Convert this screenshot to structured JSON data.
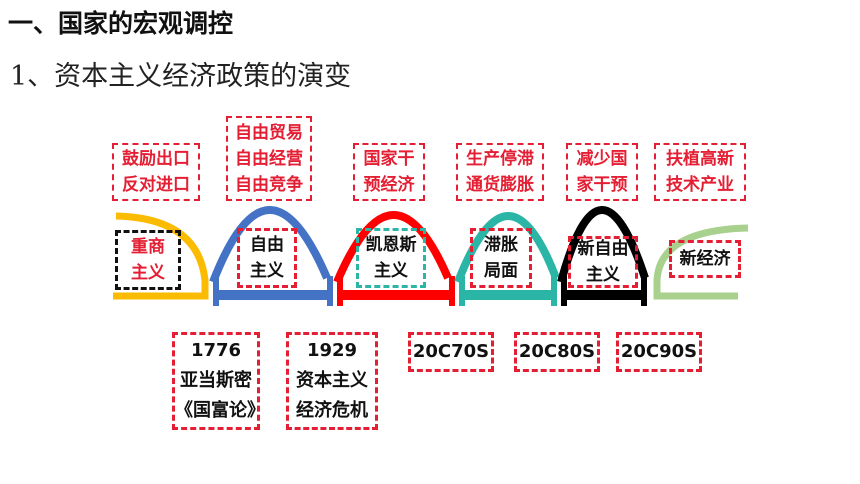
{
  "header": {
    "title": "一、国家的宏观调控",
    "subtitle": "1、资本主义经济政策的演变"
  },
  "policies": [
    {
      "label": "鼓励出口\n反对进口"
    },
    {
      "label": "自由贸易\n自由经营\n自由竞争"
    },
    {
      "label": "国家干\n预经济"
    },
    {
      "label": "生产停滞\n通货膨胀"
    },
    {
      "label": "减少国\n家干预"
    },
    {
      "label": "扶植高新\n技术产业"
    }
  ],
  "stages": [
    {
      "label": "重商\n主义",
      "color": "#fbbb00"
    },
    {
      "label": "自由\n主义",
      "color": "#4472c4"
    },
    {
      "label": "凯恩斯\n主义",
      "color": "#ff0000"
    },
    {
      "label": "滞胀\n局面",
      "color": "#2bb5a7"
    },
    {
      "label": "新自由\n主义",
      "color": "#000000"
    },
    {
      "label": "新经济",
      "color": "#a9d18e"
    }
  ],
  "events": [
    {
      "label": "1776\n亚当斯密\n《国富论》"
    },
    {
      "label": "1929\n资本主义\n经济危机"
    },
    {
      "label": "20C70S"
    },
    {
      "label": "20C80S"
    },
    {
      "label": "20C90S"
    }
  ]
}
